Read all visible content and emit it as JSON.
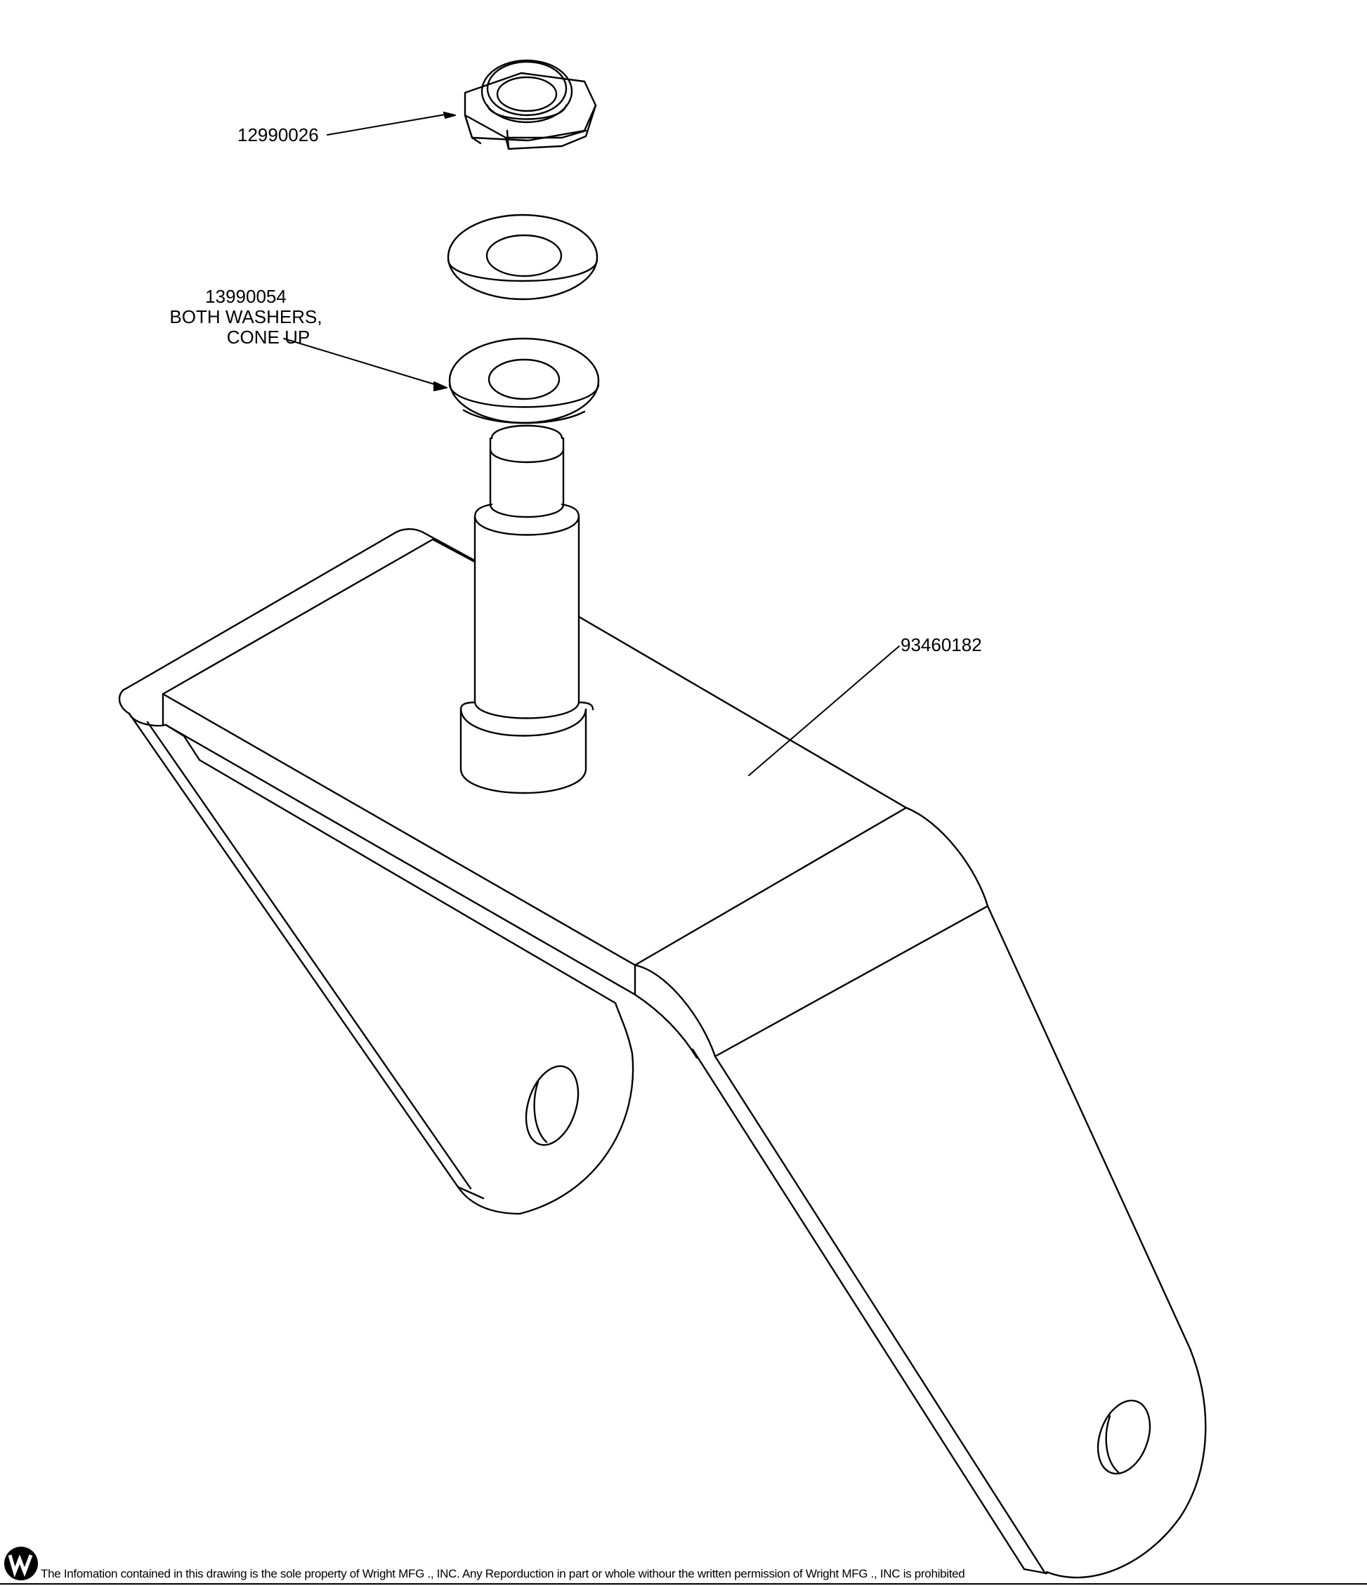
{
  "callouts": {
    "nut": "12990026",
    "washer_part": "13990054",
    "washer_note_1": "BOTH WASHERS,",
    "washer_note_2": "CONE UP",
    "bracket": "93460182"
  },
  "footer": {
    "notice": "The Infomation contained in this drawing is the sole property of Wright MFG ., INC. Any Reporduction in part or whole withour the written permission of Wright MFG ., INC is prohibited"
  },
  "colors": {
    "line": "#000000",
    "background": "#ffffff"
  }
}
